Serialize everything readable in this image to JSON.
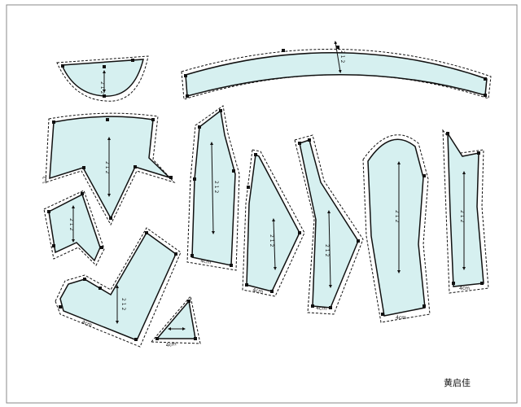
{
  "sheet": {
    "author": "黄启佳",
    "colors": {
      "piece_fill": "#d6f0f0",
      "outline": "#111111",
      "frame": "#888888"
    }
  },
  "pieces": {
    "collar": {
      "grain": "2 1 2"
    },
    "waistband": {
      "grain": "2 1 2"
    },
    "back": {
      "grain": "2 1 2",
      "side": "1 2"
    },
    "side_front": {
      "grain": "2 1 2"
    },
    "front": {
      "grain": "2 1 2",
      "seam": "4cm"
    },
    "pocket": {
      "seam": "4cm"
    },
    "side_back": {
      "grain": "2 1 2",
      "seam": "4cm"
    },
    "side_panel": {
      "grain": "2 1 2",
      "seam": "4cm"
    },
    "panel": {
      "grain": "2 1 2",
      "seam": "4cm"
    },
    "sleeve_big": {
      "grain": "2 1 2",
      "seam": "4cm"
    },
    "sleeve_small": {
      "grain": "2 1 2",
      "seam": "4cm"
    }
  }
}
